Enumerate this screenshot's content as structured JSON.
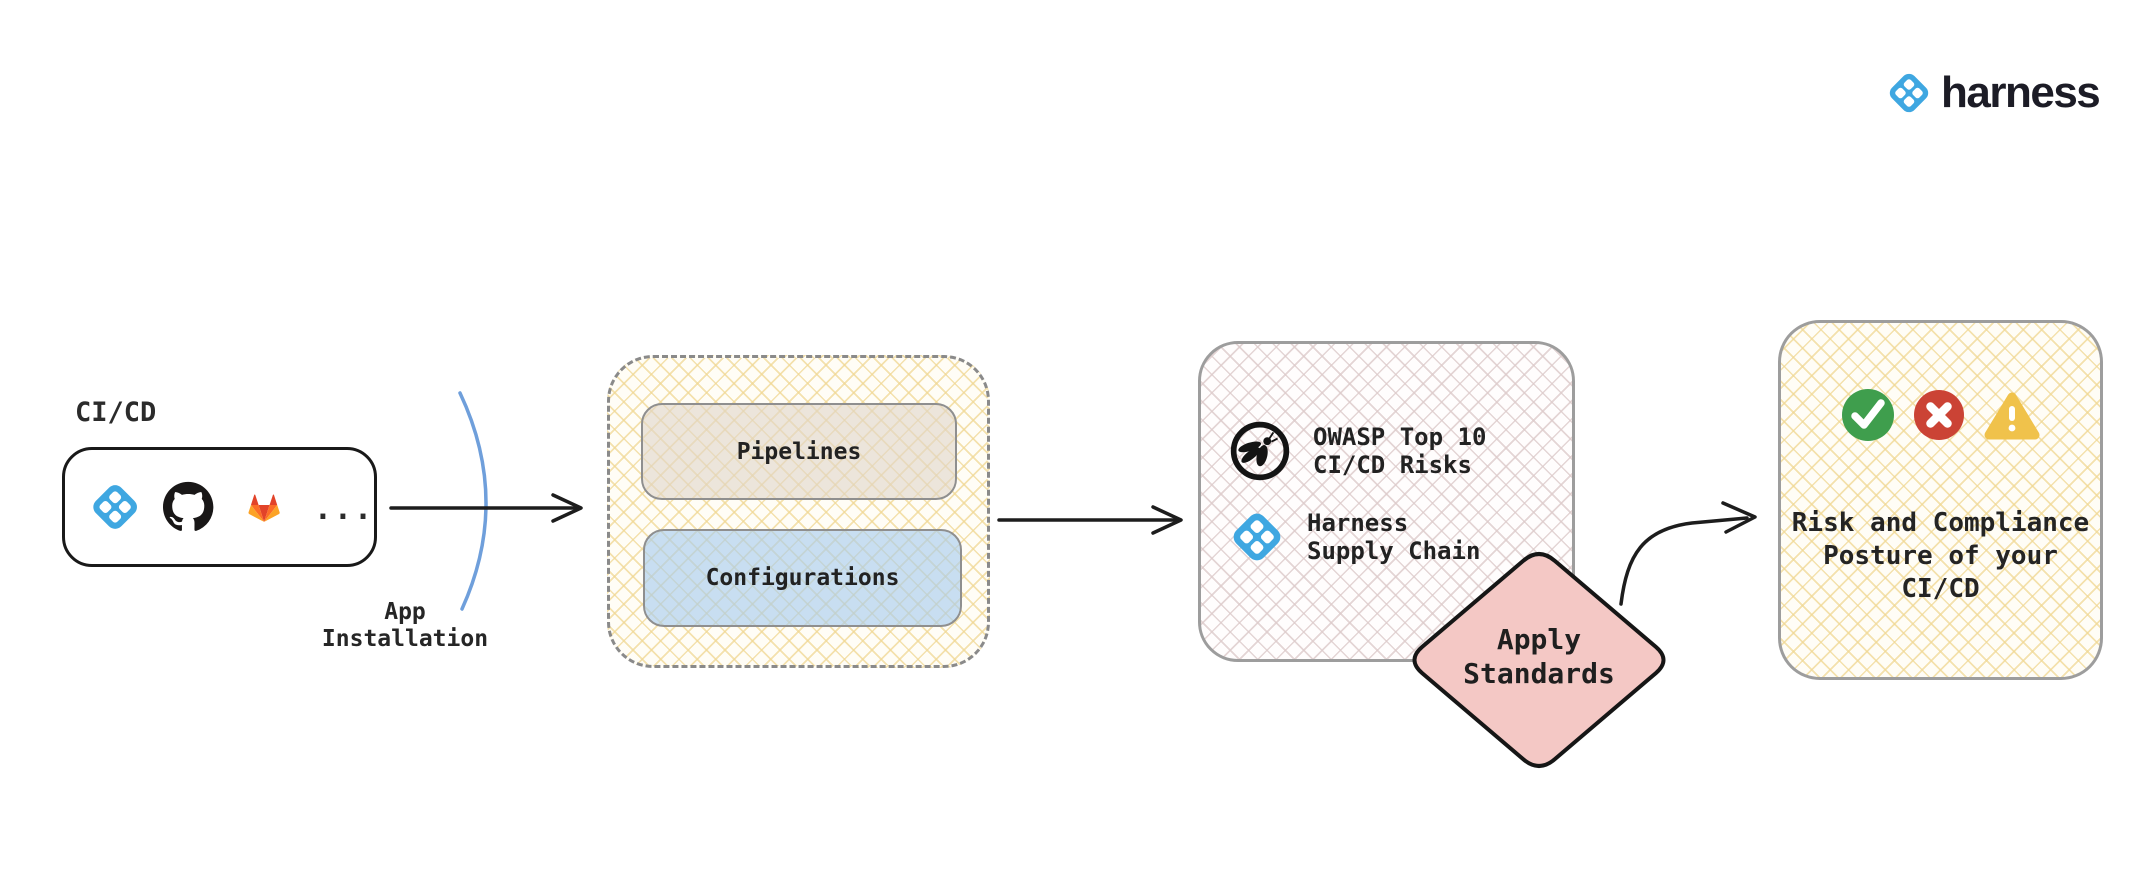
{
  "brand": {
    "name": "harness"
  },
  "source_group": {
    "label": "CI/CD",
    "ellipsis": "...",
    "tool_icons": [
      "harness-icon",
      "github-icon",
      "gitlab-icon"
    ]
  },
  "app_installation": {
    "line1": "App",
    "line2": "Installation"
  },
  "assets_box": {
    "pipelines": "Pipelines",
    "configurations": "Configurations"
  },
  "standards_box": {
    "owasp_line1": "OWASP Top 10",
    "owasp_line2": "CI/CD Risks",
    "harness_line1": "Harness",
    "harness_line2": "Supply Chain"
  },
  "decision": {
    "line1": "Apply",
    "line2": "Standards"
  },
  "result_box": {
    "line1": "Risk and Compliance",
    "line2": "Posture of your",
    "line3": "CI/CD"
  },
  "colors": {
    "harness_blue": "#3fa7e1",
    "arc_blue": "#6f9fdb",
    "arrow_black": "#1d1d1d",
    "diamond_pink": "#f4c8c5",
    "diamond_border": "#161616",
    "success_green": "#3f9e4d",
    "error_red": "#cb4335",
    "warning_yellow": "#f0c24b",
    "github_black": "#191717",
    "gitlab_red": "#e24329",
    "gitlab_orange": "#fc6d26",
    "gitlab_amber": "#fca326",
    "owasp_black": "#141414"
  }
}
